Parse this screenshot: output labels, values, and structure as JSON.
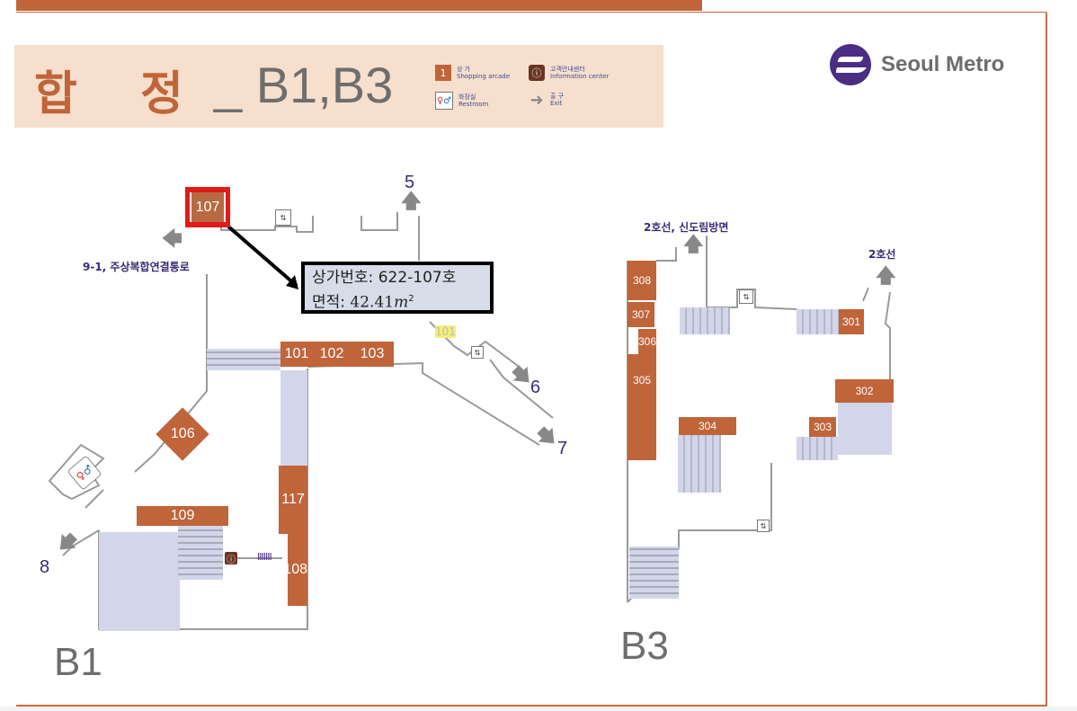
{
  "header": {
    "station_name": "합 정",
    "floors_title": "_ B1,B3"
  },
  "legend": {
    "items": [
      {
        "icon": "shopping-arcade-icon",
        "symbol": "1",
        "label_ko": "상 가",
        "label_en": "Shopping arcade",
        "color": "#c0643a"
      },
      {
        "icon": "information-center-icon",
        "symbol": "ⓘ",
        "label_ko": "고객안내센터",
        "label_en": "Information center",
        "color": "#6b3424"
      },
      {
        "icon": "restroom-icon",
        "symbol": "🚻",
        "label_ko": "화장실",
        "label_en": "Restroom",
        "color": "#ffffff"
      },
      {
        "icon": "exit-arrow-icon",
        "symbol": "➜",
        "label_ko": "출 구",
        "label_en": "Exit",
        "color": "#888888"
      }
    ]
  },
  "logo": {
    "text": "Seoul Metro",
    "color": "#4b2e83"
  },
  "callout": {
    "line1": "상가번호: 622-107호",
    "line2_prefix": "면적: ",
    "area_value": "42.41",
    "area_unit": "m",
    "area_exp": "2"
  },
  "highlighted_shop": "107",
  "b1": {
    "floor_label": "B1",
    "shops": [
      "101",
      "102",
      "103",
      "106",
      "109",
      "117",
      "108"
    ],
    "exits": [
      "5",
      "6",
      "7",
      "8"
    ],
    "direction_label": "9-1, 주상복합연결통로",
    "faded_shop": "101"
  },
  "b3": {
    "floor_label": "B3",
    "shops": [
      "308",
      "307",
      "306",
      "305",
      "304",
      "303",
      "302",
      "301"
    ],
    "direction_labels": [
      "2호선, 신도림방면",
      "2호선"
    ]
  },
  "colors": {
    "shop": "#c0643a",
    "highlight": "#e21a1a",
    "frame": "#c0643a",
    "exit_text": "#3b2a7a",
    "stairs": "#d3d6ea"
  }
}
